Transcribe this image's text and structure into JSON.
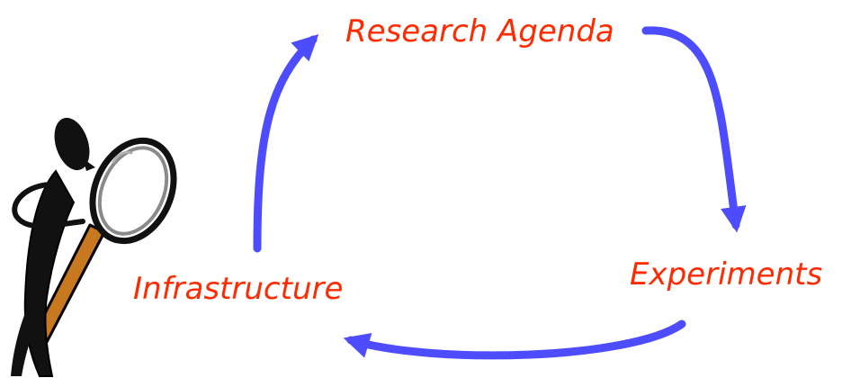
{
  "nodes": [
    {
      "id": "research-agenda",
      "label": "Research Agenda"
    },
    {
      "id": "experiments",
      "label": "Experiments"
    },
    {
      "id": "infrastructure",
      "label": "Infrastructure"
    }
  ],
  "edges": [
    {
      "from": "research-agenda",
      "to": "experiments"
    },
    {
      "from": "experiments",
      "to": "infrastructure"
    },
    {
      "from": "infrastructure",
      "to": "research-agenda"
    }
  ],
  "colors": {
    "arrow": "#4d4dff",
    "label": "#ff2a00",
    "handle": "#c8781e"
  },
  "icons": {
    "figure": "stick-figure-with-magnifying-glass-icon"
  }
}
